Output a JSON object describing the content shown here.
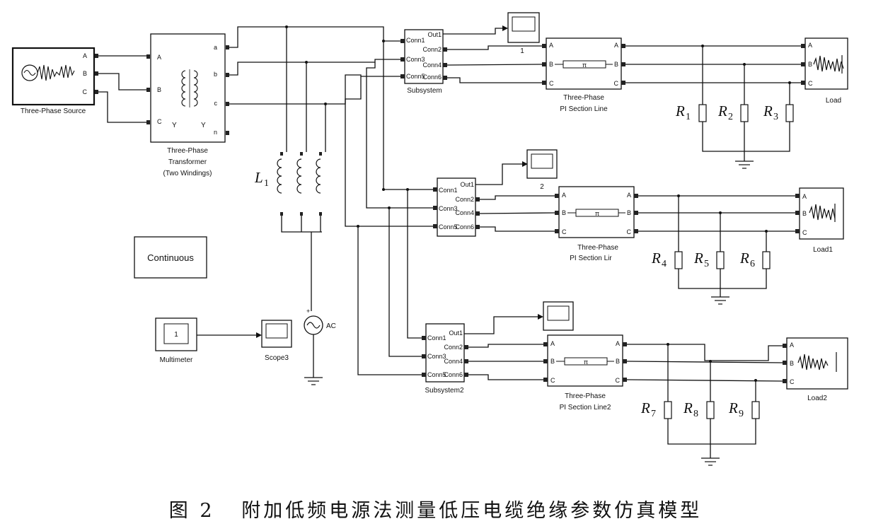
{
  "blocks": {
    "source": {
      "label": "Three-Phase Source",
      "ports": [
        "A",
        "B",
        "C"
      ]
    },
    "transformer": {
      "label_lines": [
        "Three-Phase",
        "Transformer",
        "(Two Windings)"
      ],
      "in_ports": [
        "A",
        "B",
        "C"
      ],
      "out_ports": [
        "a",
        "b",
        "c",
        "n"
      ],
      "windings": [
        "Y",
        "Y"
      ]
    },
    "subsystems": [
      {
        "label": "Subsystem",
        "ports_in": [
          "Conn1",
          "Conn3",
          "Conn5"
        ],
        "ports_out": [
          "Out1",
          "Conn2",
          "Conn4",
          "Conn6"
        ]
      },
      {
        "label": "",
        "ports_in": [
          "Conn1",
          "Conn3",
          "Conn5"
        ],
        "ports_out": [
          "Out1",
          "Conn2",
          "Conn4",
          "Conn6"
        ]
      },
      {
        "label": "Subsystem2",
        "ports_in": [
          "Conn1",
          "Conn3",
          "Conn5"
        ],
        "ports_out": [
          "Out1",
          "Conn2",
          "Conn4",
          "Conn6"
        ]
      }
    ],
    "scopes": [
      {
        "label": "1"
      },
      {
        "label": "2"
      },
      {
        "label": ""
      }
    ],
    "lines": [
      {
        "label_lines": [
          "Three-Phase",
          "PI Section Line"
        ],
        "ports": [
          "A",
          "B",
          "C"
        ],
        "pi": "π"
      },
      {
        "label_lines": [
          "Three-Phase",
          "PI Section Lir"
        ],
        "ports": [
          "A",
          "B",
          "C"
        ],
        "pi": "π"
      },
      {
        "label_lines": [
          "Three-Phase",
          "PI Section Line2"
        ],
        "ports": [
          "A",
          "B",
          "C"
        ],
        "pi": "π"
      }
    ],
    "loads": [
      {
        "label": "Load",
        "ports": [
          "A",
          "B",
          "C"
        ]
      },
      {
        "label": "Load1",
        "ports": [
          "A",
          "B",
          "C"
        ]
      },
      {
        "label": "Load2",
        "ports": [
          "A",
          "B",
          "C"
        ]
      }
    ],
    "resistors": [
      {
        "name": "R",
        "sub": "1"
      },
      {
        "name": "R",
        "sub": "2"
      },
      {
        "name": "R",
        "sub": "3"
      },
      {
        "name": "R",
        "sub": "4"
      },
      {
        "name": "R",
        "sub": "5"
      },
      {
        "name": "R",
        "sub": "6"
      },
      {
        "name": "R",
        "sub": "7"
      },
      {
        "name": "R",
        "sub": "8"
      },
      {
        "name": "R",
        "sub": "9"
      }
    ],
    "inductor": {
      "name": "L",
      "sub": "1"
    },
    "continuous": {
      "label": "Continuous"
    },
    "ac_source": {
      "label": "AC",
      "plus": "+"
    },
    "multimeter": {
      "label": "Multimeter",
      "display": "1"
    },
    "scope3": {
      "label": "Scope3"
    }
  },
  "caption": "图 2   附加低频电源法测量低压电缆绝缘参数仿真模型"
}
